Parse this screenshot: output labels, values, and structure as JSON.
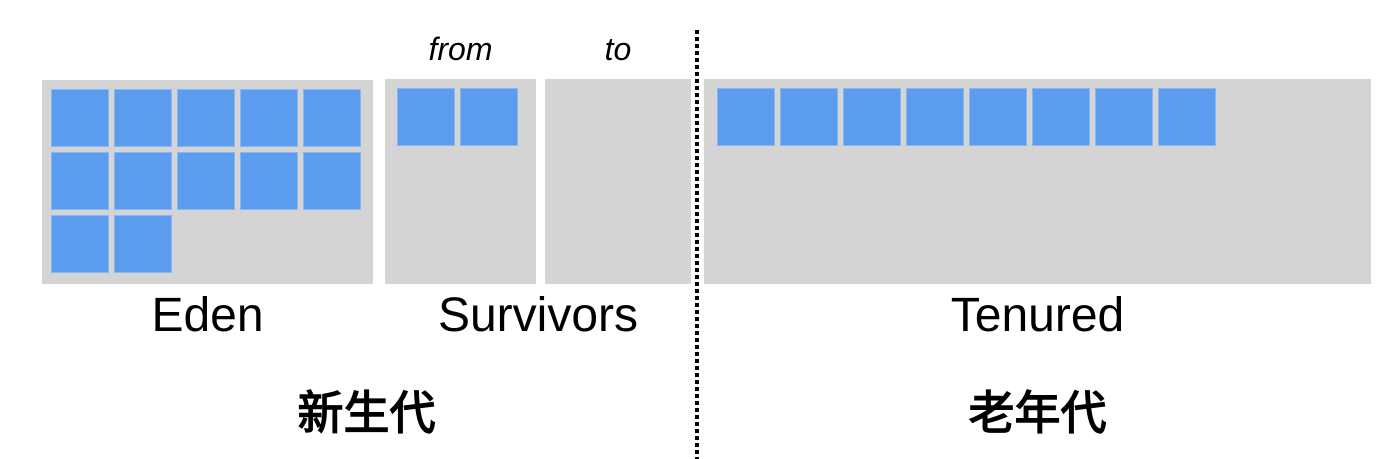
{
  "labels": {
    "from": "from",
    "to": "to",
    "eden": "Eden",
    "survivors": "Survivors",
    "tenured": "Tenured",
    "young_gen_zh": "新生代",
    "old_gen_zh": "老年代"
  },
  "blocks": {
    "eden_used": 12,
    "eden_row_layout": [
      5,
      5,
      2
    ],
    "survivor_from_used": 2,
    "survivor_to_used": 0,
    "tenured_used": 8
  },
  "colors": {
    "object_block": "#5c9cef",
    "region_background": "#d4d4d4",
    "divider": "#000000",
    "text": "#000000",
    "background": "#ffffff"
  }
}
